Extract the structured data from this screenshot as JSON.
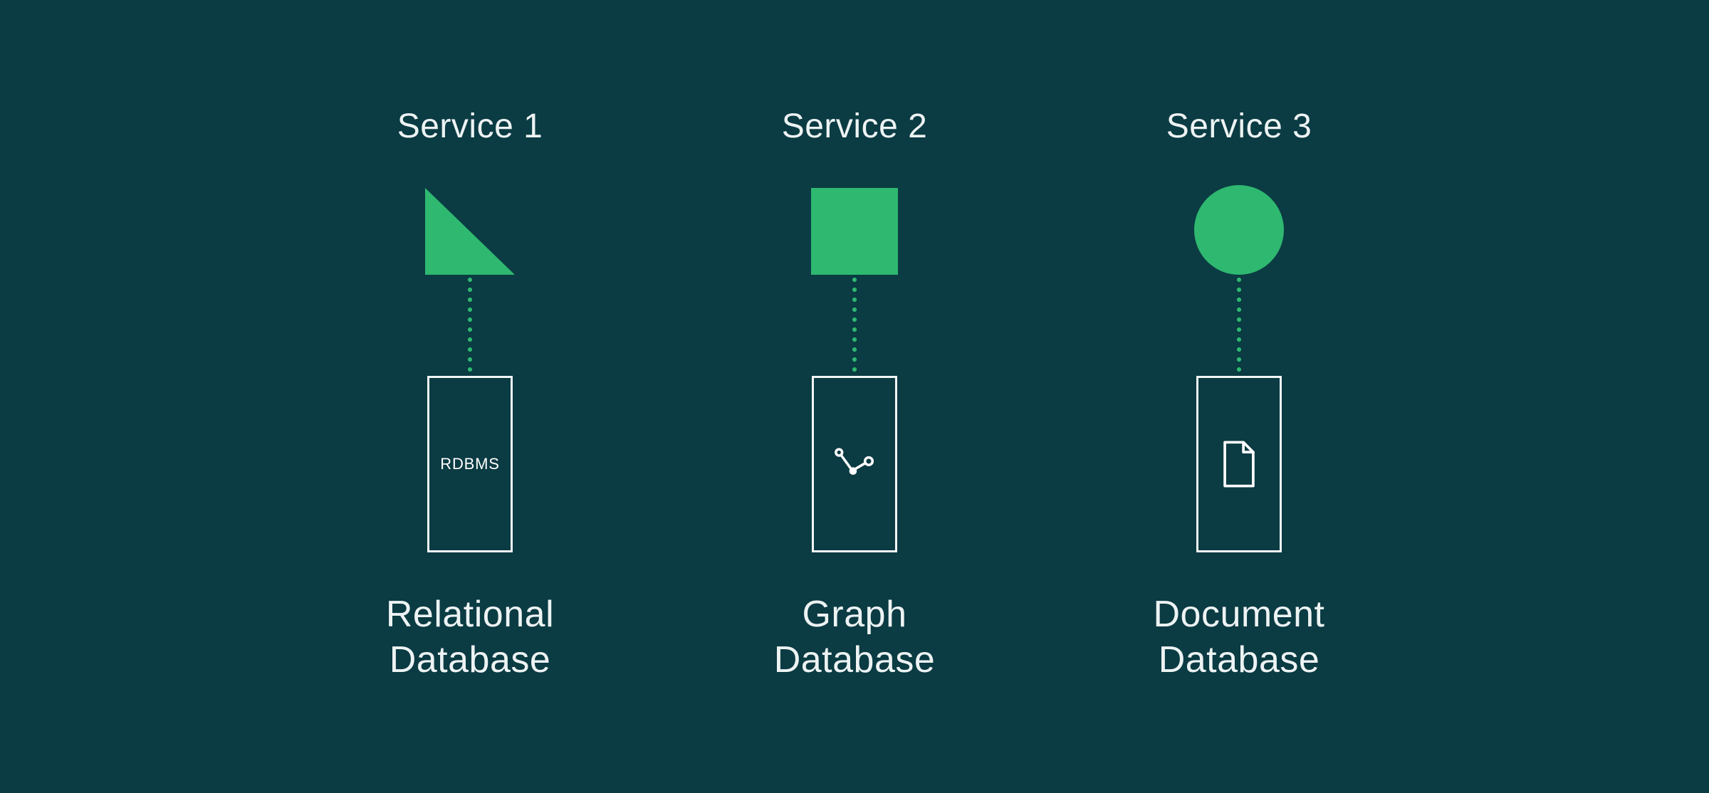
{
  "colors": {
    "background": "#0b3b43",
    "accent": "#2eb870",
    "text": "#edf3f3",
    "box_border": "#f2f6f6"
  },
  "columns": [
    {
      "service_label": "Service 1",
      "shape": "triangle",
      "database": {
        "box_text": "RDBMS",
        "icon": "none",
        "label_line1": "Relational",
        "label_line2": "Database"
      }
    },
    {
      "service_label": "Service 2",
      "shape": "square",
      "database": {
        "box_text": "",
        "icon": "graph-icon",
        "label_line1": "Graph",
        "label_line2": "Database"
      }
    },
    {
      "service_label": "Service 3",
      "shape": "circle",
      "database": {
        "box_text": "",
        "icon": "document-icon",
        "label_line1": "Document",
        "label_line2": "Database"
      }
    }
  ]
}
